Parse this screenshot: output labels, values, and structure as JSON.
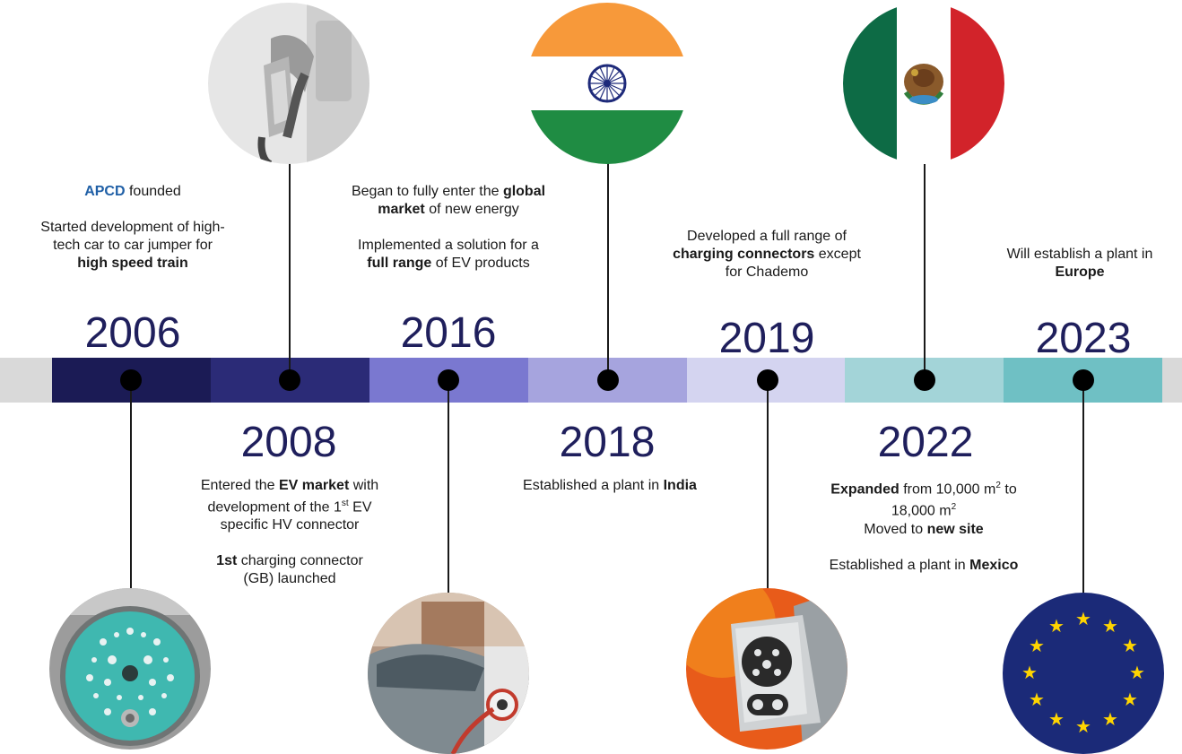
{
  "events": {
    "y2006": {
      "year": "2006",
      "l1a": "APCD",
      "l1b": " founded",
      "l2": "Started development of high-",
      "l3": "tech car to car jumper for",
      "l4": "high speed train"
    },
    "y2008": {
      "year": "2008",
      "l1a": "Entered the ",
      "l1b": "EV market",
      "l1c": " with",
      "l2a": "development of the 1",
      "l2sup": "st",
      "l2b": " EV",
      "l3": "specific HV connector",
      "l4a": "1st",
      "l4b": " charging connector",
      "l5": "(GB) launched"
    },
    "y2016": {
      "year": "2016",
      "l1a": "Began to fully enter the ",
      "l1b": "global",
      "l2a": "market",
      "l2b": " of new energy",
      "l3": "Implemented a solution for a",
      "l4a": "full range",
      "l4b": " of EV products"
    },
    "y2018": {
      "year": "2018",
      "l1a": "Established a plant in ",
      "l1b": "India"
    },
    "y2019": {
      "year": "2019",
      "l1": "Developed a full range of",
      "l2a": "charging connectors",
      "l2b": " except",
      "l3": "for Chademo"
    },
    "y2022": {
      "year": "2022",
      "l1a": "Expanded",
      "l1b": " from 10,000 m",
      "l1sup": "2",
      "l1c": " to",
      "l2a": "18,000 m",
      "l2sup": "2",
      "l3a": "Moved to ",
      "l3b": "new site",
      "l4a": "Established a plant in ",
      "l4b": "Mexico"
    },
    "y2023": {
      "year": "2023",
      "l1": "Will establish a plant in",
      "l2": "Europe"
    }
  },
  "colors": {
    "seg1": "#1b1b55",
    "seg2": "#2b2b77",
    "seg3": "#7a78d0",
    "seg4": "#a6a4de",
    "seg5": "#d4d4f0",
    "seg6": "#a3d4d8",
    "seg7": "#6fc0c4",
    "apcd": "#1f5fa6"
  },
  "icons": {
    "photos": [
      "connector-face-photo",
      "charging-nozzle-photo",
      "car-charging-photo",
      "ccs-connector-photo"
    ],
    "flags": [
      "india-flag",
      "mexico-flag",
      "eu-flag"
    ]
  }
}
